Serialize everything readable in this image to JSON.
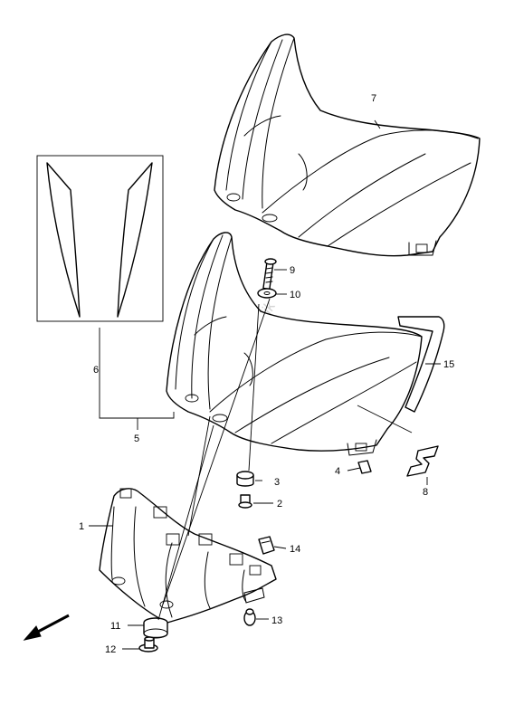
{
  "callouts": {
    "c1": "1",
    "c2": "2",
    "c3": "3",
    "c4": "4",
    "c5": "5",
    "c6": "6",
    "c7": "7",
    "c8": "8",
    "c9": "9",
    "c10": "10",
    "c11": "11",
    "c12": "12",
    "c13": "13",
    "c14": "14",
    "c15": "15"
  },
  "watermark": "© Partsrepublik",
  "icons": {
    "direction": "front-direction-arrow-icon"
  },
  "colors": {
    "line": "#000000",
    "watermark": "#d6d6d6",
    "background": "#ffffff"
  }
}
